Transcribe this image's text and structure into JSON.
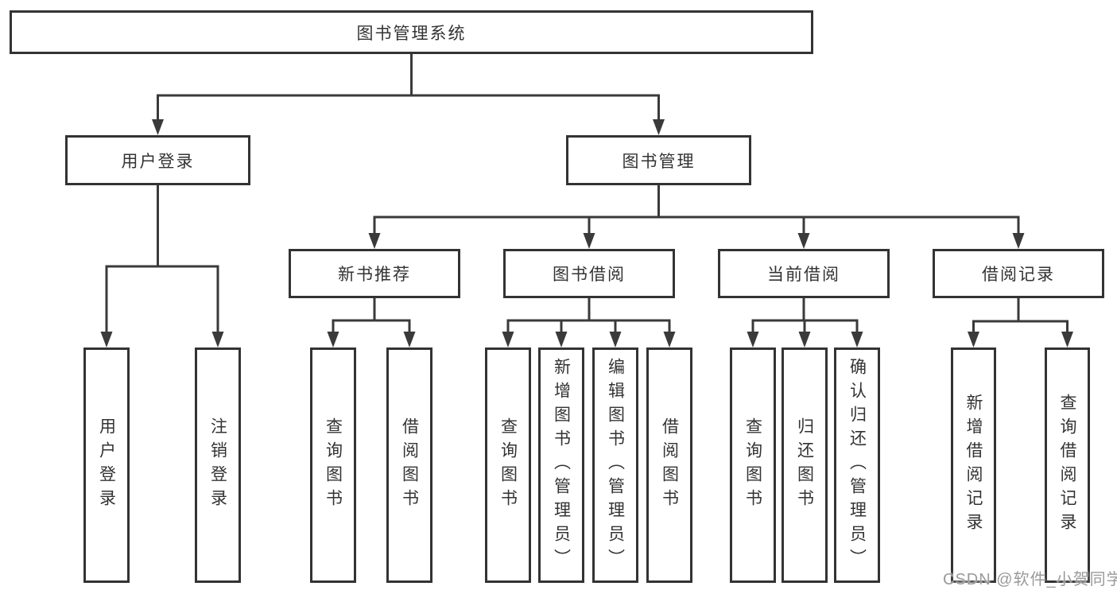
{
  "diagram": {
    "watermark": "CSDN @软件_小贺同学",
    "colors": {
      "background": "#ffffff",
      "line": "#3a3a3a",
      "border": "#333333",
      "text": "#333333",
      "watermark": "#9a9a9a"
    },
    "nodes": [
      {
        "id": "root",
        "label": "图书管理系统",
        "parent": null,
        "orientation": "horizontal"
      },
      {
        "id": "user-login",
        "label": "用户登录",
        "parent": "root",
        "orientation": "horizontal"
      },
      {
        "id": "book-mgmt",
        "label": "图书管理",
        "parent": "root",
        "orientation": "horizontal"
      },
      {
        "id": "leaf-user-login",
        "label": "用户登录",
        "parent": "user-login",
        "orientation": "vertical"
      },
      {
        "id": "leaf-logout",
        "label": "注销登录",
        "parent": "user-login",
        "orientation": "vertical"
      },
      {
        "id": "new-book-rec",
        "label": "新书推荐",
        "parent": "book-mgmt",
        "orientation": "horizontal"
      },
      {
        "id": "book-borrow",
        "label": "图书借阅",
        "parent": "book-mgmt",
        "orientation": "horizontal"
      },
      {
        "id": "current-borrow",
        "label": "当前借阅",
        "parent": "book-mgmt",
        "orientation": "horizontal"
      },
      {
        "id": "borrow-records",
        "label": "借阅记录",
        "parent": "book-mgmt",
        "orientation": "horizontal"
      },
      {
        "id": "rec-query-book",
        "label": "查询图书",
        "parent": "new-book-rec",
        "orientation": "vertical"
      },
      {
        "id": "rec-borrow-book",
        "label": "借阅图书",
        "parent": "new-book-rec",
        "orientation": "vertical"
      },
      {
        "id": "bb-query-book",
        "label": "查询图书",
        "parent": "book-borrow",
        "orientation": "vertical"
      },
      {
        "id": "bb-add-book",
        "label": "新增图书（管理员）",
        "parent": "book-borrow",
        "orientation": "vertical"
      },
      {
        "id": "bb-edit-book",
        "label": "编辑图书（管理员）",
        "parent": "book-borrow",
        "orientation": "vertical"
      },
      {
        "id": "bb-borrow-book",
        "label": "借阅图书",
        "parent": "book-borrow",
        "orientation": "vertical"
      },
      {
        "id": "cb-query-book",
        "label": "查询图书",
        "parent": "current-borrow",
        "orientation": "vertical"
      },
      {
        "id": "cb-return-book",
        "label": "归还图书",
        "parent": "current-borrow",
        "orientation": "vertical"
      },
      {
        "id": "cb-confirm-return",
        "label": "确认归还（管理员）",
        "parent": "current-borrow",
        "orientation": "vertical"
      },
      {
        "id": "br-add-record",
        "label": "新增借阅记录",
        "parent": "borrow-records",
        "orientation": "vertical"
      },
      {
        "id": "br-query-record",
        "label": "查询借阅记录",
        "parent": "borrow-records",
        "orientation": "vertical"
      }
    ]
  }
}
